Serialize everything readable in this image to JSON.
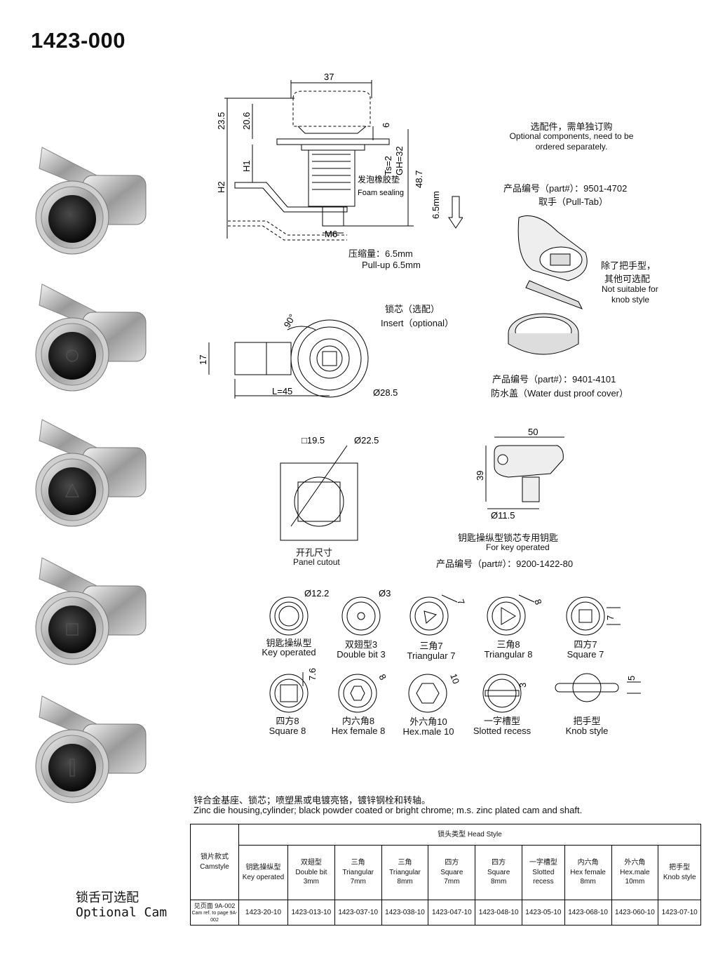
{
  "title": "1423-000",
  "optional_components": {
    "cn": "选配件，需单独订购",
    "en1": "Optional components, need to be",
    "en2": "ordered separately."
  },
  "pulltab": {
    "part": "产品编号（part#）：9501-4702",
    "name": "取手（Pull-Tab）",
    "note_cn1": "除了把手型，",
    "note_cn2": "其他可选配",
    "note_en1": "Not suitable for",
    "note_en2": "knob style"
  },
  "dustcover": {
    "part": "产品编号（part#）：9401-4101",
    "name": "防水盖（Water dust proof cover）"
  },
  "side_view": {
    "d37": "37",
    "d23_5": "23.5",
    "d20_6": "20.6",
    "d6": "6",
    "h1": "H1",
    "h2": "H2",
    "ts": "Ts=2",
    "gh": "GH=32",
    "d48_7": "48.7",
    "d6_5mm": "6.5mm",
    "m6": "M6",
    "foam_cn": "发泡橡胶垫",
    "foam_en": "Foam sealing",
    "pull_cn": "压缩量：6.5mm",
    "pull_en": "Pull-up 6.5mm"
  },
  "top_view": {
    "angle": "90°",
    "d17": "17",
    "l45": "L=45",
    "d28_5": "Ø28.5",
    "insert_cn": "锁芯（选配）",
    "insert_en": "Insert（optional）"
  },
  "cutout": {
    "sq": "□19.5",
    "dia": "Ø22.5",
    "cn": "开孔尺寸",
    "en": "Panel cutout"
  },
  "key": {
    "d50": "50",
    "d39": "39",
    "d11_5": "Ø11.5",
    "cn": "钥匙操纵型锁芯专用钥匙",
    "en": "For key operated",
    "part": "产品编号（part#）：9200-1422-80"
  },
  "heads_row1": [
    {
      "dim": "Ø12.2",
      "cn": "钥匙操纵型",
      "en": "Key operated"
    },
    {
      "dim": "Ø3",
      "cn": "双翅型3",
      "en": "Double bit 3"
    },
    {
      "dim": "7",
      "cn": "三角7",
      "en": "Triangular 7"
    },
    {
      "dim": "8",
      "cn": "三角8",
      "en": "Triangular 8"
    },
    {
      "dim": "7",
      "cn": "四方7",
      "en": "Square 7"
    }
  ],
  "heads_row2": [
    {
      "dim": "7.6",
      "cn": "四方8",
      "en": "Square 8"
    },
    {
      "dim": "8",
      "cn": "内六角8",
      "en": "Hex female 8"
    },
    {
      "dim": "10",
      "cn": "外六角10",
      "en": "Hex.male 10"
    },
    {
      "dim": "3",
      "cn": "一字槽型",
      "en": "Slotted recess"
    },
    {
      "dim": "5",
      "cn": "把手型",
      "en": "Knob style"
    }
  ],
  "material": {
    "cn": "锌合金基座、锁芯；喷塑黑或电镀亮铬，镀锌钢栓和转轴。",
    "en": "Zinc die housing,cylinder; black powder coated or bright chrome; m.s. zinc plated cam and shaft."
  },
  "table": {
    "camstyle_cn": "锁片款式",
    "camstyle_en": "Camstyle",
    "head_style": "锁头类型 Head Style",
    "ref_cn": "见页面 9A-002",
    "ref_en": "Cam ref. to page 9A-002",
    "columns": [
      {
        "cn": "钥匙操纵型",
        "en": "Key operated",
        "en2": "",
        "code": "1423-20-10"
      },
      {
        "cn": "双翅型",
        "en": "Double bit",
        "en2": "3mm",
        "code": "1423-013-10"
      },
      {
        "cn": "三角",
        "en": "Triangular",
        "en2": "7mm",
        "code": "1423-037-10"
      },
      {
        "cn": "三角",
        "en": "Triangular",
        "en2": "8mm",
        "code": "1423-038-10"
      },
      {
        "cn": "四方",
        "en": "Square",
        "en2": "7mm",
        "code": "1423-047-10"
      },
      {
        "cn": "四方",
        "en": "Square",
        "en2": "8mm",
        "code": "1423-048-10"
      },
      {
        "cn": "一字槽型",
        "en": "Slotted",
        "en2": "recess",
        "code": "1423-05-10"
      },
      {
        "cn": "内六角",
        "en": "Hex female",
        "en2": "8mm",
        "code": "1423-068-10"
      },
      {
        "cn": "外六角",
        "en": "Hex.male",
        "en2": "10mm",
        "code": "1423-060-10"
      },
      {
        "cn": "把手型",
        "en": "Knob style",
        "en2": "",
        "code": "1423-07-10"
      }
    ]
  },
  "optional_cam": {
    "cn": "锁舌可选配",
    "en": "Optional Cam"
  }
}
